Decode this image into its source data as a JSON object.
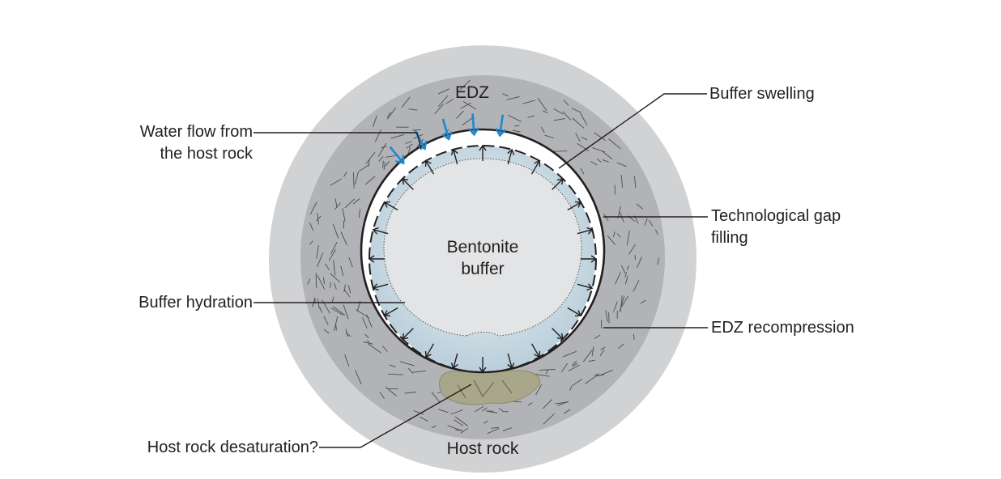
{
  "labels": {
    "edz": "EDZ",
    "host_rock": "Host rock",
    "bentonite_line1": "Bentonite",
    "bentonite_line2": "buffer",
    "water_flow_line1": "Water flow from",
    "water_flow_line2": "the host rock",
    "buffer_hydration": "Buffer hydration",
    "host_rock_desaturation": "Host rock desaturation?",
    "buffer_swelling": "Buffer swelling",
    "technological_gap_line1": "Technological gap",
    "technological_gap_line2": "filling",
    "edz_recompression": "EDZ recompression"
  },
  "colors": {
    "host_rock": "#d1d2d4",
    "edz": "#b2b3b6",
    "gap": "#ffffff",
    "hydrated_buffer": "#c5d6e0",
    "dry_buffer": "#e3e4e5",
    "desaturation_zone": "#a9a78a",
    "water_arrows": "#1e88d0",
    "lines": "#231f20"
  },
  "icons": {
    "water_flow": "arrow-down-icon",
    "swelling": "arrow-outward-icon"
  }
}
